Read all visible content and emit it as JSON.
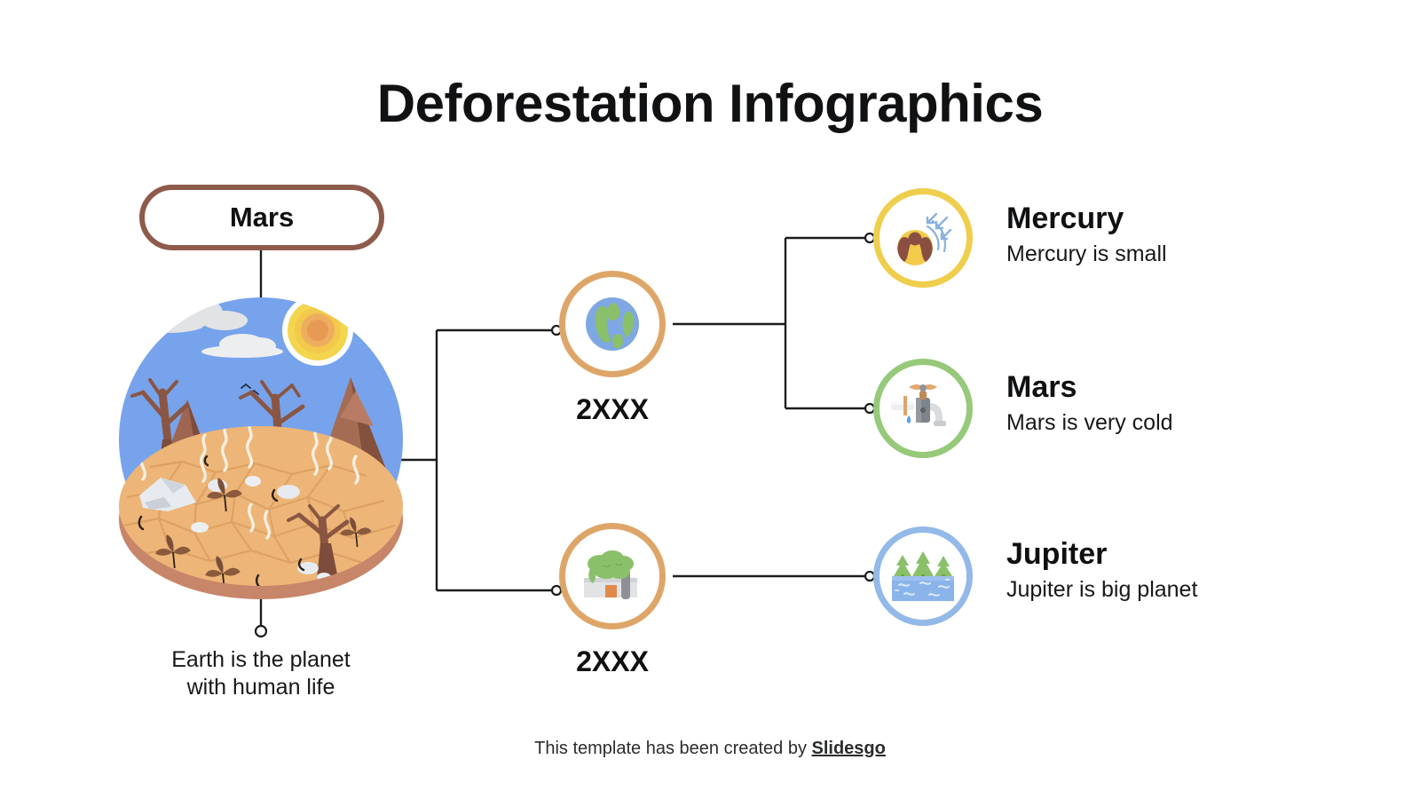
{
  "title": "Deforestation Infographics",
  "root": {
    "pill_label": "Mars",
    "caption_line1": "Earth is the planet",
    "caption_line2": "with human life",
    "illustration_icon": "drought-land-illustration"
  },
  "center_nodes": [
    {
      "year": "2XXX",
      "icon": "earth-globe-icon",
      "ring_color": "#dda668"
    },
    {
      "year": "2XXX",
      "icon": "green-building-icon",
      "ring_color": "#dda668"
    }
  ],
  "leaf_nodes": [
    {
      "title": "Mercury",
      "desc": "Mercury is small",
      "icon": "global-warming-icon",
      "ring_color": "#efce4e"
    },
    {
      "title": "Mars",
      "desc": "Mars is very cold",
      "icon": "water-faucet-icon",
      "ring_color": "#96c97a"
    },
    {
      "title": "Jupiter",
      "desc": "Jupiter is big planet",
      "icon": "forest-lake-icon",
      "ring_color": "#93b9e8"
    }
  ],
  "footer": {
    "prefix": "This template has been created by ",
    "brand": "Slidesgo"
  },
  "colors": {
    "background": "#ffffff",
    "text": "#17181a",
    "pill_border": "#8e5a4c",
    "connector": "#1b1c1e",
    "accent_orange": "#dda668",
    "accent_yellow": "#efce4e",
    "accent_green": "#96c97a",
    "accent_blue": "#93b9e8"
  }
}
